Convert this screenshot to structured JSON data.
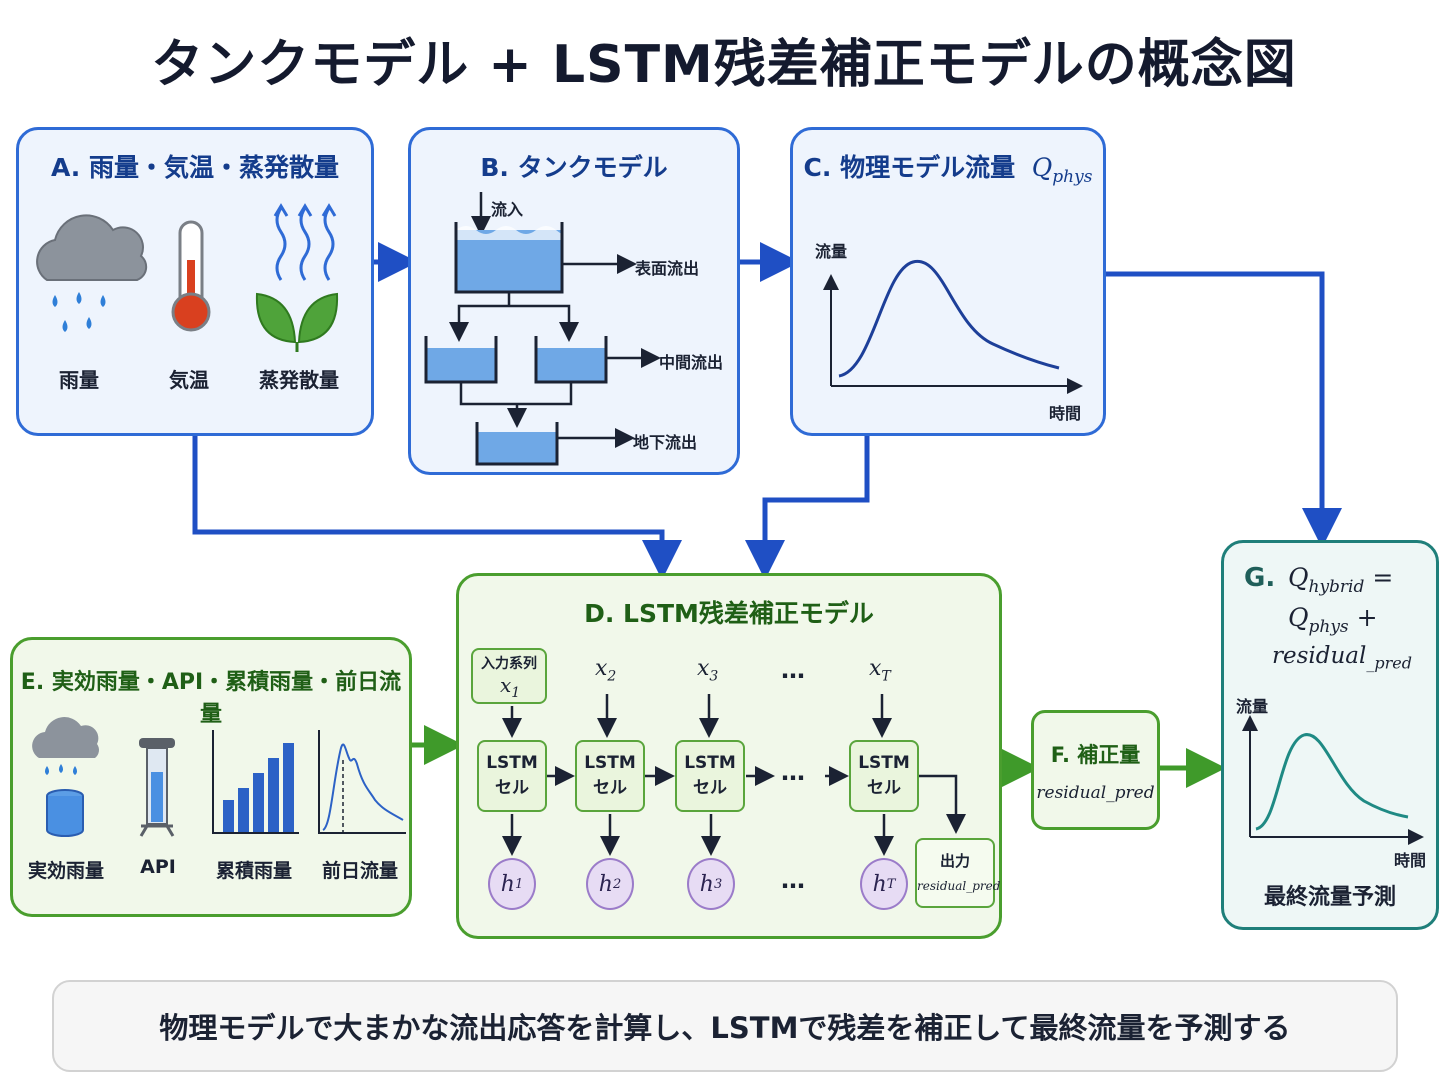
{
  "title": "タンクモデル + LSTM残差補正モデルの概念図",
  "panel_a": {
    "title": "A. 雨量・気温・蒸発散量",
    "items": [
      {
        "icon": "rain-cloud-icon",
        "label": "雨量"
      },
      {
        "icon": "thermometer-icon",
        "label": "気温"
      },
      {
        "icon": "leaf-evaporation-icon",
        "label": "蒸発散量"
      }
    ]
  },
  "panel_b": {
    "title": "B. タンクモデル",
    "inflow": "流入",
    "outputs": [
      "表面流出",
      "中間流出",
      "地下流出"
    ]
  },
  "panel_c": {
    "title": "C. 物理モデル流量",
    "symbol": "Q",
    "subscript": "phys",
    "y_label": "流量",
    "x_label": "時間"
  },
  "panel_d": {
    "title": "D. LSTM残差補正モデル",
    "input_box_label": "入力系列",
    "inputs": [
      {
        "sym": "x",
        "sub": "1"
      },
      {
        "sym": "x",
        "sub": "2"
      },
      {
        "sym": "x",
        "sub": "3"
      },
      {
        "sym": "x",
        "sub": "T"
      }
    ],
    "cell_label": "LSTM\nセル",
    "hidden": [
      {
        "sym": "h",
        "sub": "1"
      },
      {
        "sym": "h",
        "sub": "2"
      },
      {
        "sym": "h",
        "sub": "3"
      },
      {
        "sym": "h",
        "sub": "T"
      }
    ],
    "ellipsis": "…",
    "output_label": "出力",
    "output_value": "residual_pred"
  },
  "panel_e": {
    "title": "E. 実効雨量・API・累積雨量・前日流量",
    "items": [
      {
        "icon": "rain-bucket-icon",
        "label": "実効雨量"
      },
      {
        "icon": "gauge-tube-icon",
        "label": "API"
      },
      {
        "icon": "bar-chart-icon",
        "label": "累積雨量"
      },
      {
        "icon": "hydrograph-icon",
        "label": "前日流量"
      }
    ]
  },
  "panel_f": {
    "title": "F. 補正量",
    "value": "residual_pred"
  },
  "panel_g": {
    "prefix": "G.",
    "formula_line1": "Q",
    "formula_line1_sub": "hybrid",
    "formula_line1_suffix": " =",
    "formula_line2": "Q",
    "formula_line2_sub": "phys",
    "formula_line2_suffix": " +",
    "formula_line3": "residual",
    "formula_line3_sub": "_pred",
    "y_label": "流量",
    "x_label": "時間",
    "caption": "最終流量予測"
  },
  "footer": "物理モデルで大まかな流出応答を計算し、LSTMで残差を補正して最終流量を予測する",
  "colors": {
    "blue_border": "#2f6bd6",
    "green_border": "#4a9e2e",
    "teal_border": "#1f7f7a",
    "flow_blue": "#1f4fc4",
    "flow_green": "#3f9a2a",
    "water": "#6fa8e6",
    "curve_blue": "#1d3f99",
    "curve_teal": "#1f8a84"
  }
}
